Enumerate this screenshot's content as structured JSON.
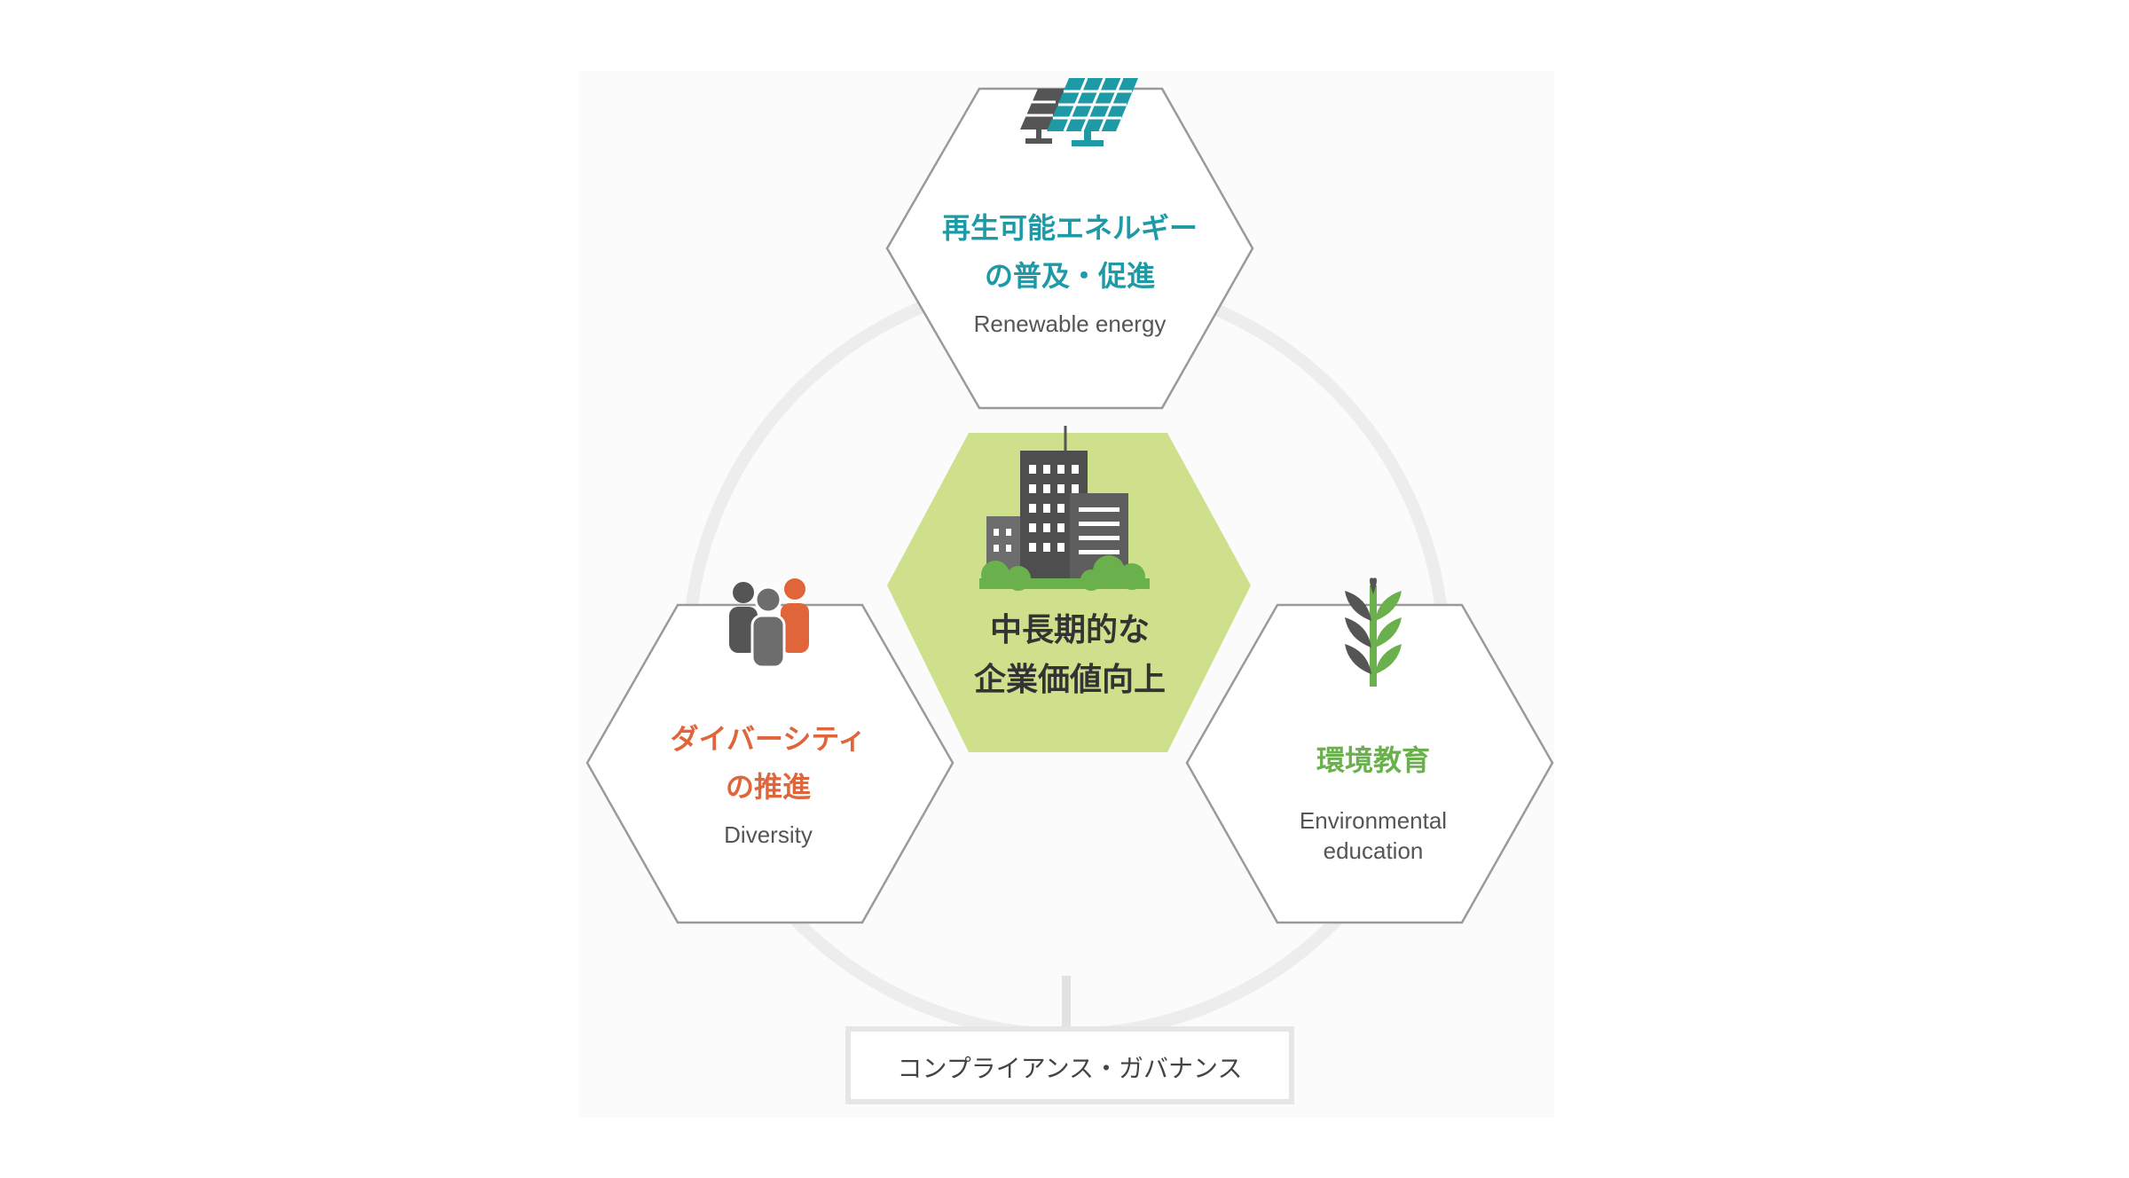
{
  "center": {
    "title_line1": "中長期的な",
    "title_line2": "企業価値向上",
    "icon": "office-buildings-icon"
  },
  "top": {
    "title_line1": "再生可能エネルギー",
    "title_line2": "の普及・促進",
    "subtitle": "Renewable energy",
    "icon": "solar-panel-icon",
    "color": "#1e9aa6"
  },
  "left": {
    "title_line1": "ダイバーシティ",
    "title_line2": "の推進",
    "subtitle": "Diversity",
    "icon": "people-group-icon",
    "color": "#e0653a"
  },
  "right": {
    "title_line1": "環境教育",
    "subtitle_line1": "Environmental",
    "subtitle_line2": "education",
    "icon": "leaf-sprout-icon",
    "color": "#6ab04c"
  },
  "foundation": {
    "label": "コンプライアンス・ガバナンス"
  },
  "colors": {
    "center_fill": "#cfe08c",
    "hex_border": "#9a9a9a",
    "ring": "#eeeeee",
    "text_dark": "#333333",
    "text_gray": "#555555"
  }
}
